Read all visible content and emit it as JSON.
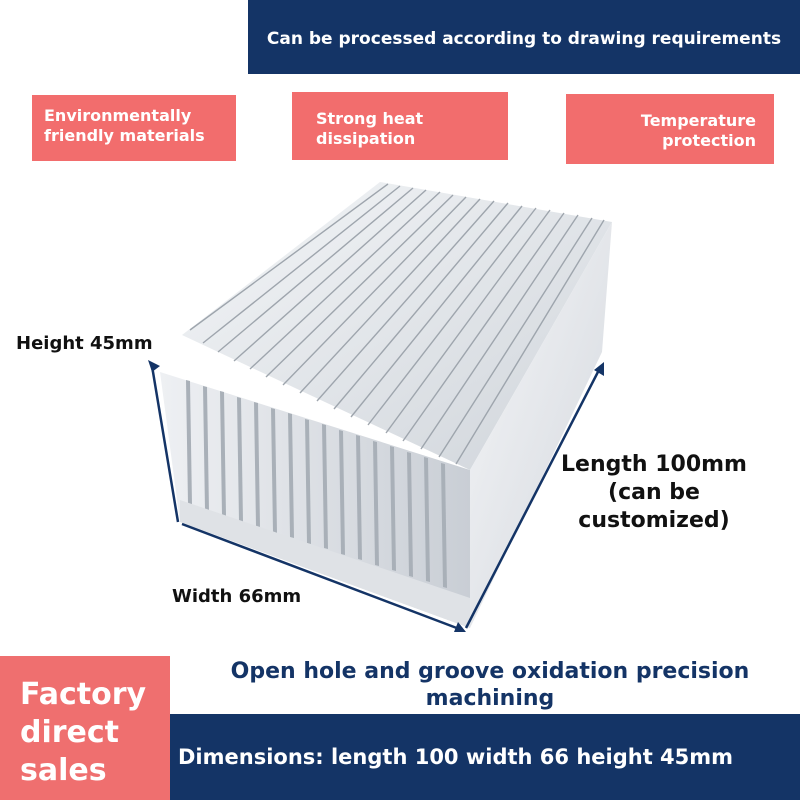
{
  "banner": {
    "text": "Can be processed according to drawing requirements"
  },
  "badges": [
    {
      "line1": "Environmentally",
      "line2": "friendly materials"
    },
    {
      "line1": "Strong heat",
      "line2": "dissipation"
    },
    {
      "line1": "Temperature",
      "line2": "protection"
    }
  ],
  "dimensions": {
    "height": "Height 45mm",
    "width": "Width 66mm",
    "length_line1": "Length 100mm",
    "length_line2": "(can be",
    "length_line3": "customized)"
  },
  "factory": {
    "line1": "Factory",
    "line2": "direct",
    "line3": "sales"
  },
  "machining": {
    "line1": "Open hole and groove oxidation precision",
    "line2": "machining"
  },
  "spec_bar": {
    "text": "Dimensions: length 100 width 66 height 45mm"
  },
  "colors": {
    "navy": "#143466",
    "coral": "#f26d6d",
    "aluminum": "#e3e6ea"
  }
}
